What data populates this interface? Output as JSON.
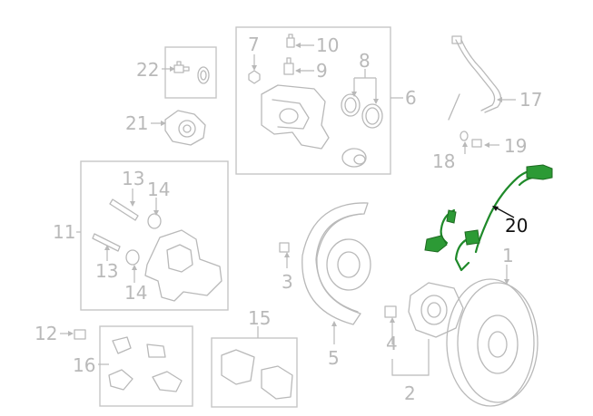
{
  "diagram": {
    "highlight_color": "#2c9a35",
    "label_color": "#b9b9b9",
    "active_label_color": "#111111",
    "callouts": {
      "c1": "1",
      "c2": "2",
      "c3": "3",
      "c4": "4",
      "c5": "5",
      "c6": "6",
      "c7": "7",
      "c8": "8",
      "c9": "9",
      "c10": "10",
      "c11": "11",
      "c12": "12",
      "c13a": "13",
      "c13b": "13",
      "c14a": "14",
      "c14b": "14",
      "c15": "15",
      "c16": "16",
      "c17": "17",
      "c18": "18",
      "c19": "19",
      "c20": "20",
      "c21": "21",
      "c22": "22"
    },
    "highlighted_part": "20"
  }
}
